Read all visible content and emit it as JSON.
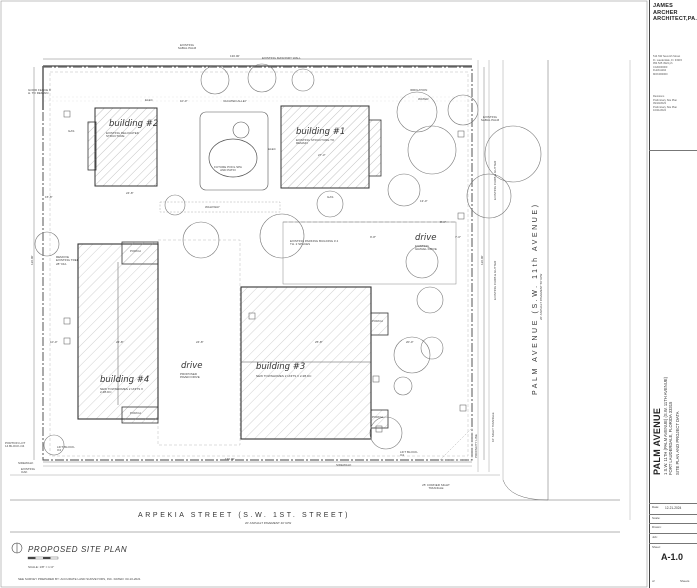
{
  "title_block": {
    "firm_line1": "JAMES",
    "firm_line2": "ARCHER",
    "firm_line3": "ARCHITECT,PA.",
    "address": [
      "514 SW Seventh Street",
      "Ft. Lauderdale, Fl. 33315",
      "954 525 3924 ph",
      "CGK000000",
      "FL#A11194",
      "MOK000000"
    ],
    "revisions_label": "Revisions",
    "revisions": [
      "Preliminary Site Plan",
      "09/10/2023",
      "Preliminary Site Plan",
      "10/21/2024"
    ],
    "project_name": "PALM AVENUE",
    "project_address": "1 S.W. 11TH (PALM AVENUE) (S.W. 11TH AVENUE)",
    "project_city": "FORT LAUDERDALE, FLORIDA 33315",
    "sheet_title": "SITE PLAN AND PROJECT DATA",
    "date_label": "Date:",
    "date_value": "12-21-2024",
    "scale_label": "Scale:",
    "scale_value": "",
    "drawn_label": "Drawn:",
    "drawn_value": "",
    "job_label": "Job:",
    "job_value": "",
    "sheet_label": "Sheet:",
    "sheet_number": "A-1.0",
    "footer_left": "of",
    "footer_right": "Sheets"
  },
  "drawing": {
    "title": "PROPOSED SITE PLAN",
    "scale": "SCALE: 1/8\" = 1'-0\"",
    "survey_note": "SEE SURVEY PREPARED BY: ACCURATE LAND SURVEYORS, INC. DATED: 03-10-2021",
    "street_bottom": "ARPEKIA STREET (S.W. 1ST. STREET)",
    "street_bottom_sub": "20' ASPHALT PAVEMENT 40' R/W",
    "street_right": "PALM AVENUE (S.W. 11th AVENUE)",
    "street_right_sub": "20' ASPHALT PAVEMENT 50' R/W",
    "dim_top": "130.00'",
    "dim_bottom": "130.00'",
    "dim_left": "120.00'",
    "dim_right": "120.00'",
    "buildings": [
      {
        "name": "building #2",
        "note": "EXISTING RELOCATED STRUCTURE"
      },
      {
        "name": "building #1",
        "note": "EXISTING STRUCTURE TO REMAIN"
      },
      {
        "name": "building #4",
        "note": "NEW TOWNHOMES 2 UNITS X 2-3B DC"
      },
      {
        "name": "building #3",
        "note": "NEW TOWNHOMES 2 UNITS X 2-3B DC"
      }
    ],
    "drive_label": "drive",
    "drive_note": "PROPOSED PAVED DRIVE",
    "drive2_label": "drive",
    "drive2_note": "EXISTING GRAVEL DRIVE",
    "notes": {
      "masonry_wall": "EXISTING MASONRY WALL",
      "vacated_alley": "VACATED ALLEY",
      "good_fence": "GOOD FENCE 6' H. TO REMAIN",
      "pool": "FUTURE POOL SPA AND PATIO",
      "existing_parking": "EXISTING PARKING BUILDING # 4 TH. 2 SPACES",
      "walkway": "WALKWAY",
      "remove_tree": "REMOVE EXISTING TREE 28\" DIA.",
      "porch": "PORCH",
      "sidewalk": "SIDEWALK",
      "elec": "ELEC",
      "gas": "GAS",
      "irrigation": "IRRIGATION",
      "water": "WATER",
      "lift": "LIFT BLOCK-O4",
      "corner_triangle": "25' CORNER SIGHT TRIANGLE",
      "portion": "PORTION LOT 14 BLOCK-O4",
      "existing_oak": "EXISTING OAK",
      "existing_sabal": "EXISTING SABAL PALM",
      "existing_curb": "EXISTING CURB & GUTTER",
      "property_line": "PROPERTY LINE",
      "sight_triangle": "10' SIGHT TRIANGLE"
    },
    "dims": {
      "d24": "24'-8\"",
      "d15": "15'-8\"",
      "d10": "10'-0\"",
      "d7": "7'-0\"",
      "d8": "8'-0\"",
      "d27": "27'-3\"",
      "d9": "9'-8\"",
      "d25": "25'-8\"",
      "d20": "20'-0\"",
      "d13": "13'-0\""
    }
  }
}
